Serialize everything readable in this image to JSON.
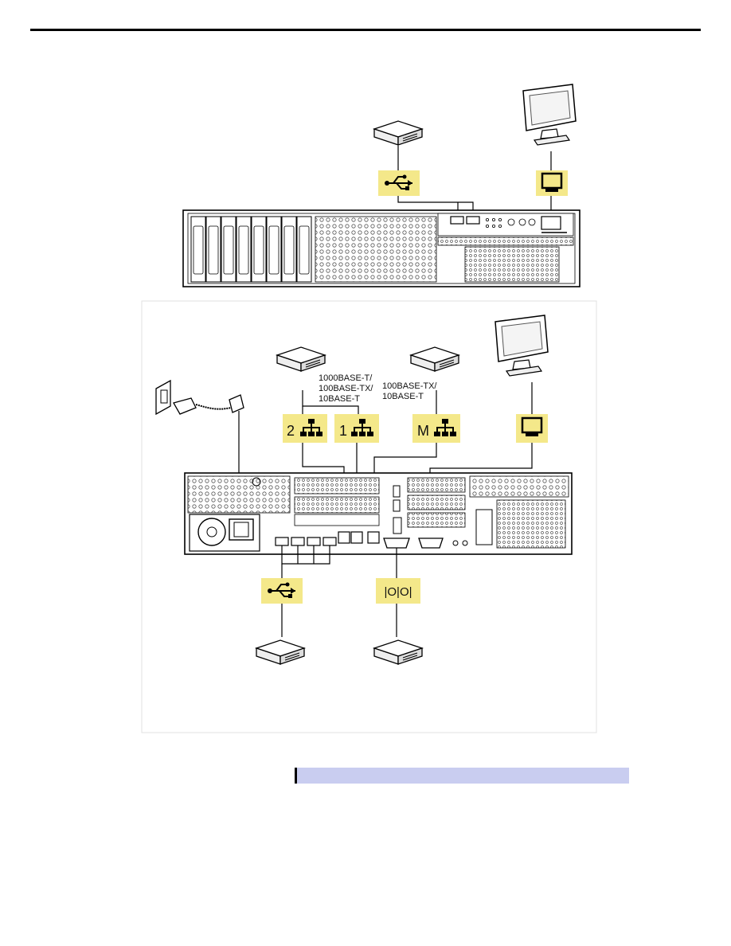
{
  "colors": {
    "icon_fill": "#f4e88a",
    "line": "#000000",
    "section_bar": "#c9cdf0",
    "panel_border": "#e0e0e0"
  },
  "front": {
    "usb_icon": "usb-icon",
    "display_icon": "display-icon"
  },
  "rear": {
    "lan_2_label": "2",
    "lan_1_label": "1",
    "mgmt_label": "M",
    "lan_speed_lines": [
      "1000BASE-T/",
      "100BASE-TX/",
      "10BASE-T"
    ],
    "mgmt_speed_lines": [
      "100BASE-TX/",
      "10BASE-T"
    ],
    "usb_icon": "usb-icon",
    "serial_icon": "serial-icon",
    "serial_symbol": "|O|O|",
    "display_icon": "display-icon",
    "network_icon": "network-icon",
    "power_icon": "power-outlet-icon"
  }
}
